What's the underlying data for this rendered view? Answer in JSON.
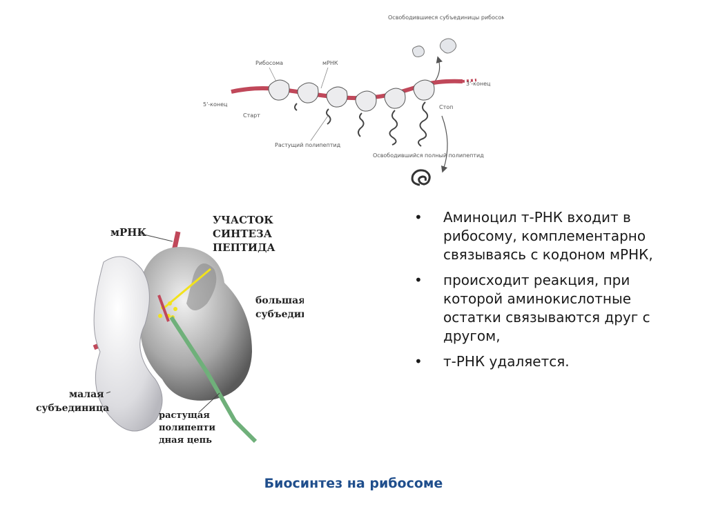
{
  "polysome": {
    "released_subunits": "Освободившиеся субъединицы рибосомы",
    "ribosome": "Рибосома",
    "mrna": "мРНК",
    "three_end": "3'-конец",
    "five_end": "5'-конец",
    "start": "Старт",
    "stop": "Стоп",
    "growing_polypeptide": "Растущий полипептид",
    "released_polypeptide": "Освободившийся полный полипептид"
  },
  "ribosome3d": {
    "mrna": "мРНК",
    "site_line1": "УЧАСТОК",
    "site_line2": "СИНТЕЗА",
    "site_line3": "ПЕПТИДА",
    "large_line1": "большая",
    "large_line2": "субъединица",
    "small_line1": "малая",
    "small_line2": "субъединица",
    "chain_line1": "растущая",
    "chain_line2": "полипепти",
    "chain_line3": "дная цепь"
  },
  "bullet_symbol": "•",
  "bullets": [
    "Аминоцил т-РНК входит в рибосому, комплементарно связываясь с кодоном мРНК,",
    "происходит реакция, при которой аминокислотные остатки связываются друг с другом,",
    "т-РНК удаляется."
  ],
  "caption": "Биосинтез на рибосоме",
  "colors": {
    "mrna": "#c0485a",
    "caption": "#1f4e8c",
    "site_line": "#f2e21c",
    "chain": "#6fb07a"
  }
}
